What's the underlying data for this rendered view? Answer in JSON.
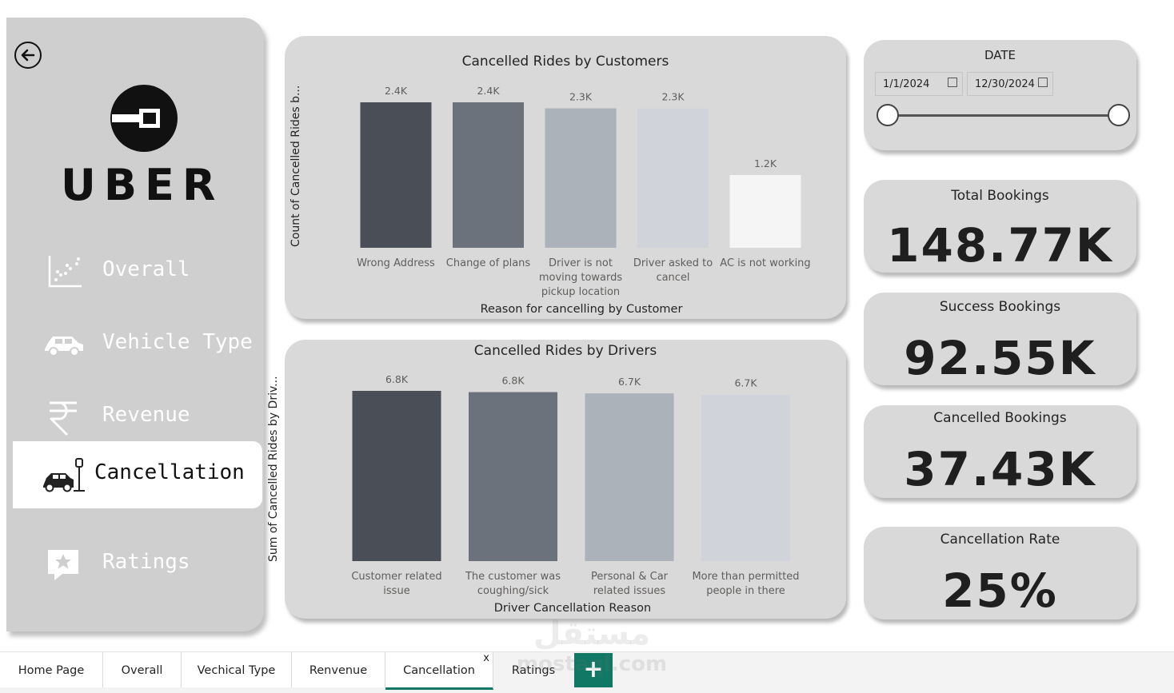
{
  "sidebar": {
    "logo_text": "UBER",
    "items": [
      {
        "label": "Overall",
        "icon": "scatter-chart-icon"
      },
      {
        "label": "Vehicle Type",
        "icon": "car-icon"
      },
      {
        "label": "Revenue",
        "icon": "rupee-icon"
      },
      {
        "label": "Cancellation",
        "icon": "car-parking-icon",
        "active": true
      },
      {
        "label": "Ratings",
        "icon": "star-chat-icon"
      }
    ]
  },
  "date_slicer": {
    "title": "DATE",
    "start": "1/1/2024",
    "end": "12/30/2024"
  },
  "kpis": {
    "total_bookings": {
      "title": "Total Bookings",
      "value": "148.77K"
    },
    "success_bookings": {
      "title": "Success Bookings",
      "value": "92.55K"
    },
    "cancelled_bookings": {
      "title": "Cancelled Bookings",
      "value": "37.43K"
    },
    "cancellation_rate": {
      "title": "Cancellation Rate",
      "value": "25%"
    }
  },
  "chart_data": [
    {
      "type": "bar",
      "title": "Cancelled Rides by Customers",
      "xlabel": "Reason for cancelling by Customer",
      "ylabel": "Count of Cancelled Rides b...",
      "categories": [
        "Wrong Address",
        "Change of plans",
        "Driver is not moving towards pickup location",
        "Driver asked to cancel",
        "AC is not working"
      ],
      "category_lines": [
        [
          "Wrong Address"
        ],
        [
          "Change of plans"
        ],
        [
          "Driver is not",
          "moving towards",
          "pickup location"
        ],
        [
          "Driver asked to",
          "cancel"
        ],
        [
          "AC is not working"
        ]
      ],
      "values": [
        2400,
        2400,
        2300,
        2300,
        1200
      ],
      "data_labels": [
        "2.4K",
        "2.4K",
        "2.3K",
        "2.3K",
        "1.2K"
      ],
      "bar_colors": [
        "#4a4f57",
        "#6b727b",
        "#abb2b9",
        "#d0d4da",
        "#f5f5f5"
      ],
      "ylim": [
        0,
        2400
      ],
      "grid": false
    },
    {
      "type": "bar",
      "title": "Cancelled Rides by Drivers",
      "xlabel": "Driver Cancellation Reason",
      "ylabel": "Sum of Cancelled Rides by Driv...",
      "categories": [
        "Customer related issue",
        "The customer was coughing/sick",
        "Personal & Car related issues",
        "More than permitted people in there"
      ],
      "category_lines": [
        [
          "Customer related",
          "issue"
        ],
        [
          "The customer was",
          "coughing/sick"
        ],
        [
          "Personal & Car",
          "related issues"
        ],
        [
          "More than permitted",
          "people in there"
        ]
      ],
      "values": [
        6800,
        6750,
        6700,
        6650
      ],
      "data_labels": [
        "6.8K",
        "6.8K",
        "6.7K",
        "6.7K"
      ],
      "bar_colors": [
        "#4a4f57",
        "#6b727b",
        "#abb2b9",
        "#d0d4da"
      ],
      "ylim": [
        0,
        6800
      ],
      "grid": false
    }
  ],
  "tabs": [
    {
      "label": "Home Page"
    },
    {
      "label": "Overall"
    },
    {
      "label": "Vechical Type"
    },
    {
      "label": "Renvenue"
    },
    {
      "label": "Cancellation",
      "active": true,
      "close": "x"
    },
    {
      "label": "Ratings"
    }
  ],
  "add_tab_label": "+",
  "watermark": {
    "line1": "مستقل",
    "line2": "mostaql.com"
  }
}
